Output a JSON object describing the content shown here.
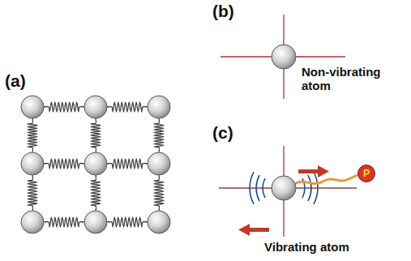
{
  "diagram": {
    "nodes": [
      {
        "text": [
          "P"
        ]
      }
    ],
    "labels": [
      "(a)",
      "(b)",
      "(c)",
      "Non-vibrating atom",
      "Vibrating atom"
    ]
  }
}
